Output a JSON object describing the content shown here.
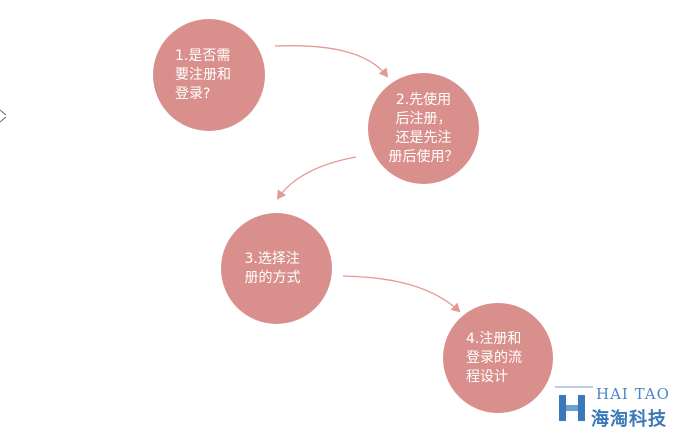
{
  "colors": {
    "node_fill": "#d9908c",
    "node_text": "#ffffff",
    "arrow": "#e39a96",
    "watermark_blue": "#3b78b9"
  },
  "steps": [
    {
      "label": "1.是否需\n要注册和\n登录?"
    },
    {
      "label": "2.先使用\n后注册，\n还是先注\n册后使用？"
    },
    {
      "label": "3.选择注\n册的方式"
    },
    {
      "label": "4.注册和\n登录的流\n程设计"
    }
  ],
  "watermark": {
    "logo_icon": "h-logo-icon",
    "english": "HAI TAO",
    "chinese": "海淘科技"
  }
}
